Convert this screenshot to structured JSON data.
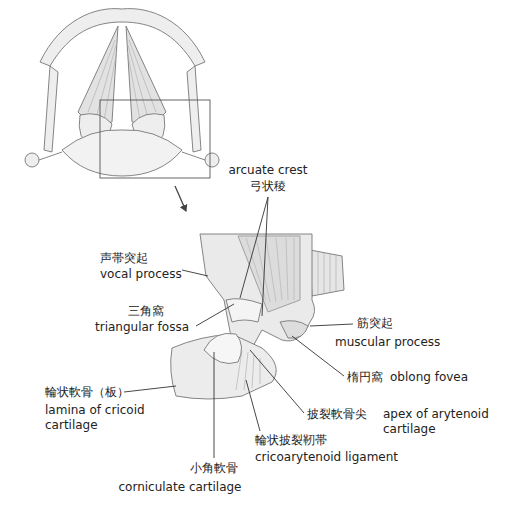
{
  "diagram": {
    "labels": [
      "arcuate crest",
      "弓状稜",
      "声帯突起",
      "vocal process",
      "三角窩",
      "triangular fossa",
      "筋突起",
      "muscular process",
      "楕円窩",
      "oblong fovea",
      "輪状軟骨（板）",
      "lamina of cricoid cartilage",
      "披裂軟骨尖",
      "apex of arytenoid cartilage",
      "輪状披裂靭帯",
      "cricoarytenoid ligament",
      "小角軟骨",
      "corniculate cartilage"
    ]
  }
}
